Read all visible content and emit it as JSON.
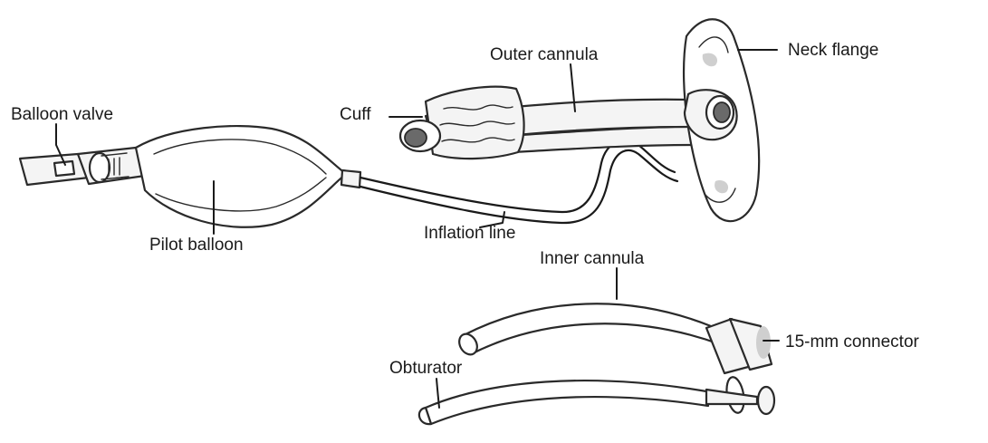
{
  "labels": {
    "balloon_valve": "Balloon valve",
    "pilot_balloon": "Pilot balloon",
    "inflation_line": "Inflation line",
    "cuff": "Cuff",
    "outer_cannula": "Outer cannula",
    "neck_flange": "Neck flange",
    "inner_cannula": "Inner cannula",
    "connector": "15-mm connector",
    "obturator": "Obturator"
  }
}
